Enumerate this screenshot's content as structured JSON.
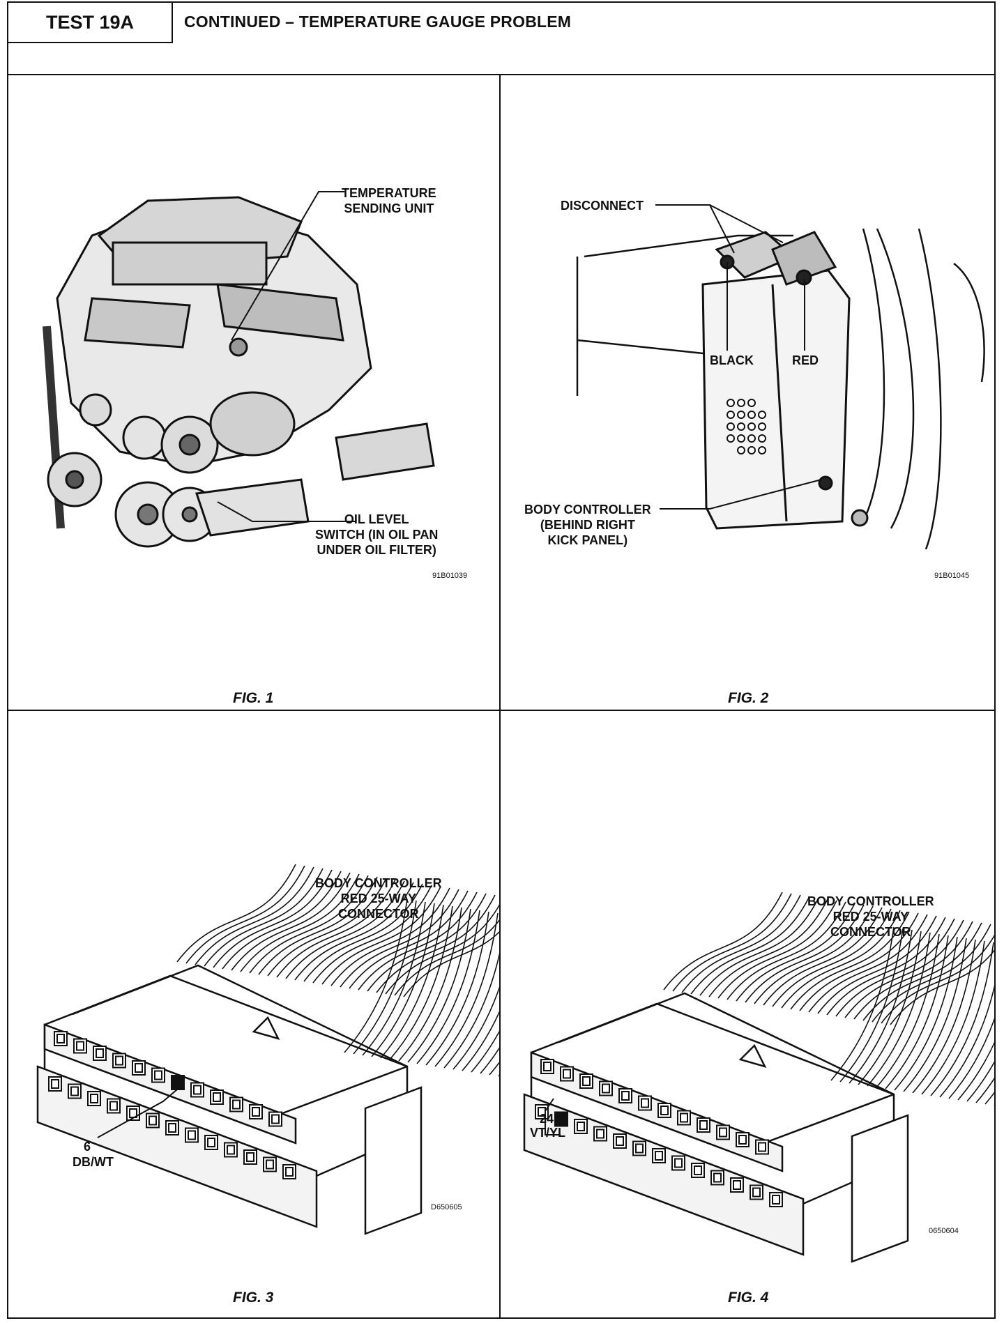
{
  "header": {
    "test_id": "TEST 19A",
    "title": "CONTINUED – TEMPERATURE GAUGE PROBLEM"
  },
  "fig1": {
    "caption": "FIG. 1",
    "label_sending": "TEMPERATURE\nSENDING UNIT",
    "label_oil": "OIL LEVEL\nSWITCH (IN OIL PAN\nUNDER OIL FILTER)",
    "code": "91B01039"
  },
  "fig2": {
    "caption": "FIG. 2",
    "label_disconnect": "DISCONNECT",
    "label_black": "BLACK",
    "label_red": "RED",
    "label_body": "BODY CONTROLLER\n(BEHIND RIGHT\nKICK PANEL)",
    "code": "91B01045"
  },
  "fig3": {
    "caption": "FIG. 3",
    "label_connector": "BODY CONTROLLER\nRED 25-WAY\nCONNECTOR",
    "pin_number": "6",
    "pin_wire": "DB/WT",
    "code": "D650605"
  },
  "fig4": {
    "caption": "FIG. 4",
    "label_connector": "BODY CONTROLLER\nRED 25-WAY\nCONNECTOR",
    "pin_number": "24",
    "pin_wire": "VT/YL",
    "code": "0650604"
  }
}
